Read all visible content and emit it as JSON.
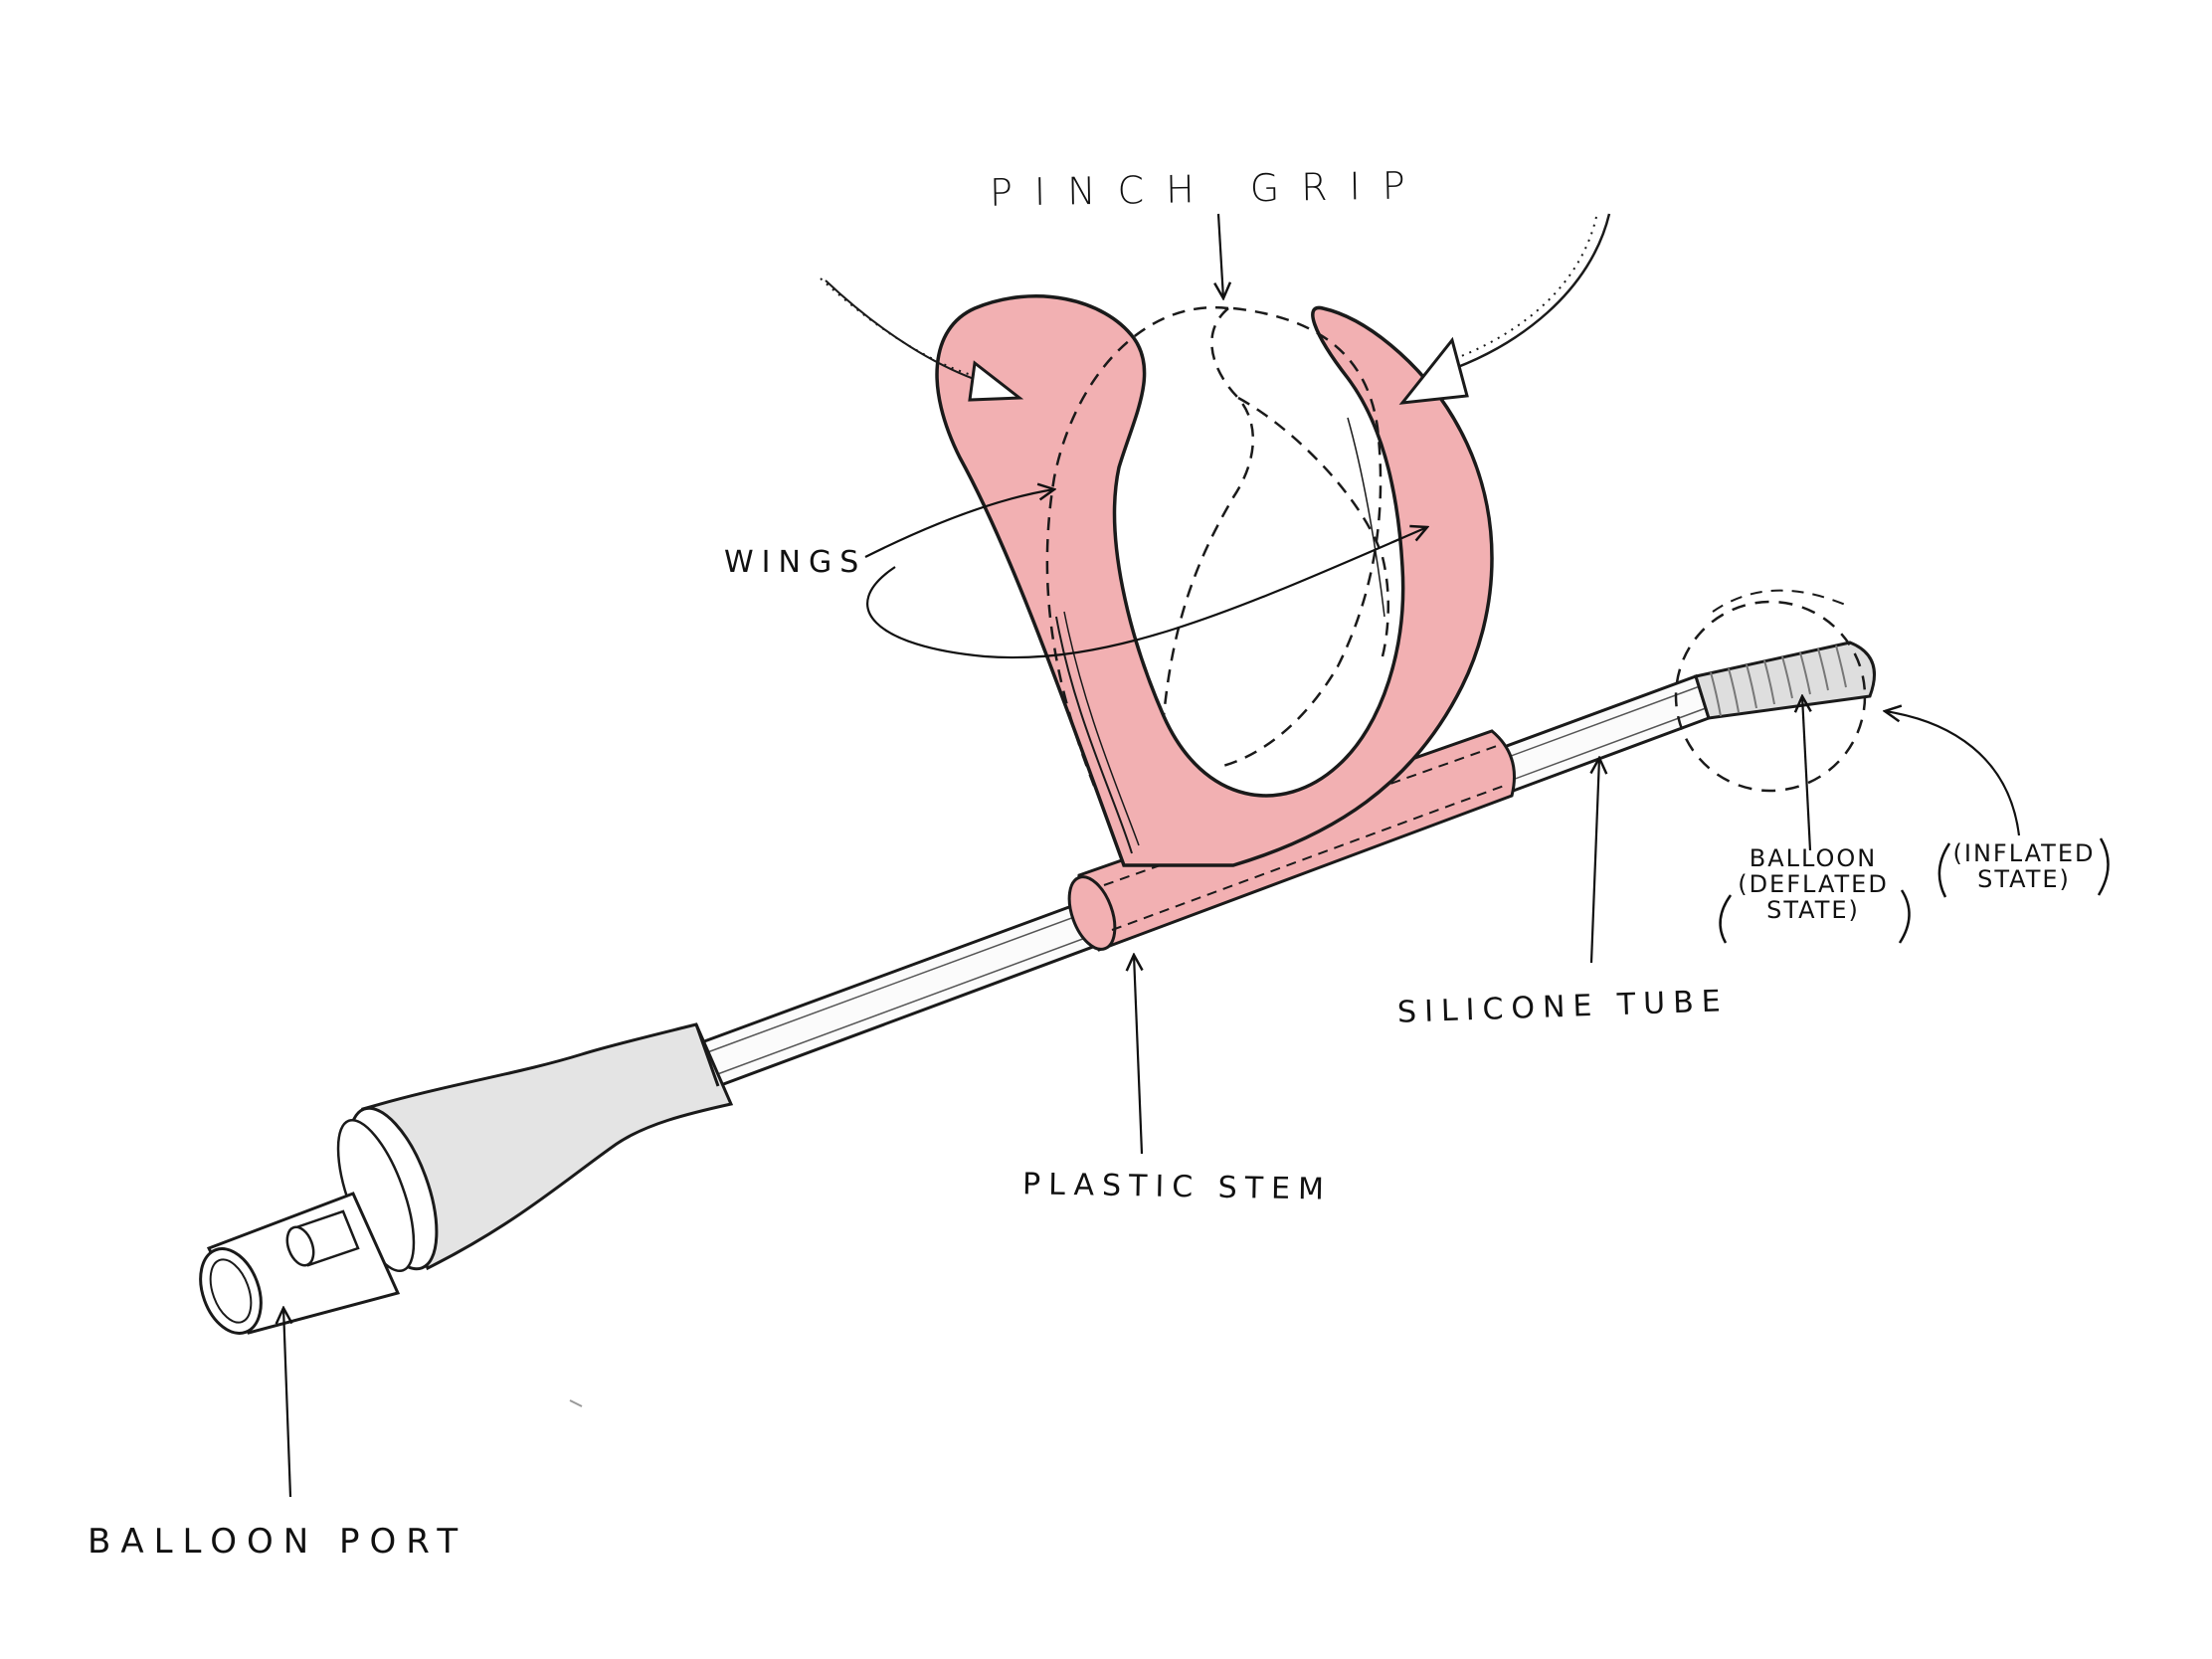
{
  "labels": {
    "pinch_grip": "PINCH GRIP",
    "wings": "WINGS",
    "balloon_deflated_line1": "BALLOON",
    "balloon_deflated_line2": "(DEFLATED",
    "balloon_deflated_line3": "STATE)",
    "inflated_line1": "(INFLATED",
    "inflated_line2": "STATE)",
    "silicone_tube": "SILICONE TUBE",
    "plastic_stem": "PLASTIC STEM",
    "balloon_port": "BALLOON PORT"
  },
  "colors": {
    "wing_fill": "#f2b0b2",
    "wing_stroke": "#1a1a1a",
    "tube_fill": "#fbfbfb",
    "port_fill": "#e4e4e4",
    "balloon_fill": "#dedede",
    "ink": "#111111"
  }
}
